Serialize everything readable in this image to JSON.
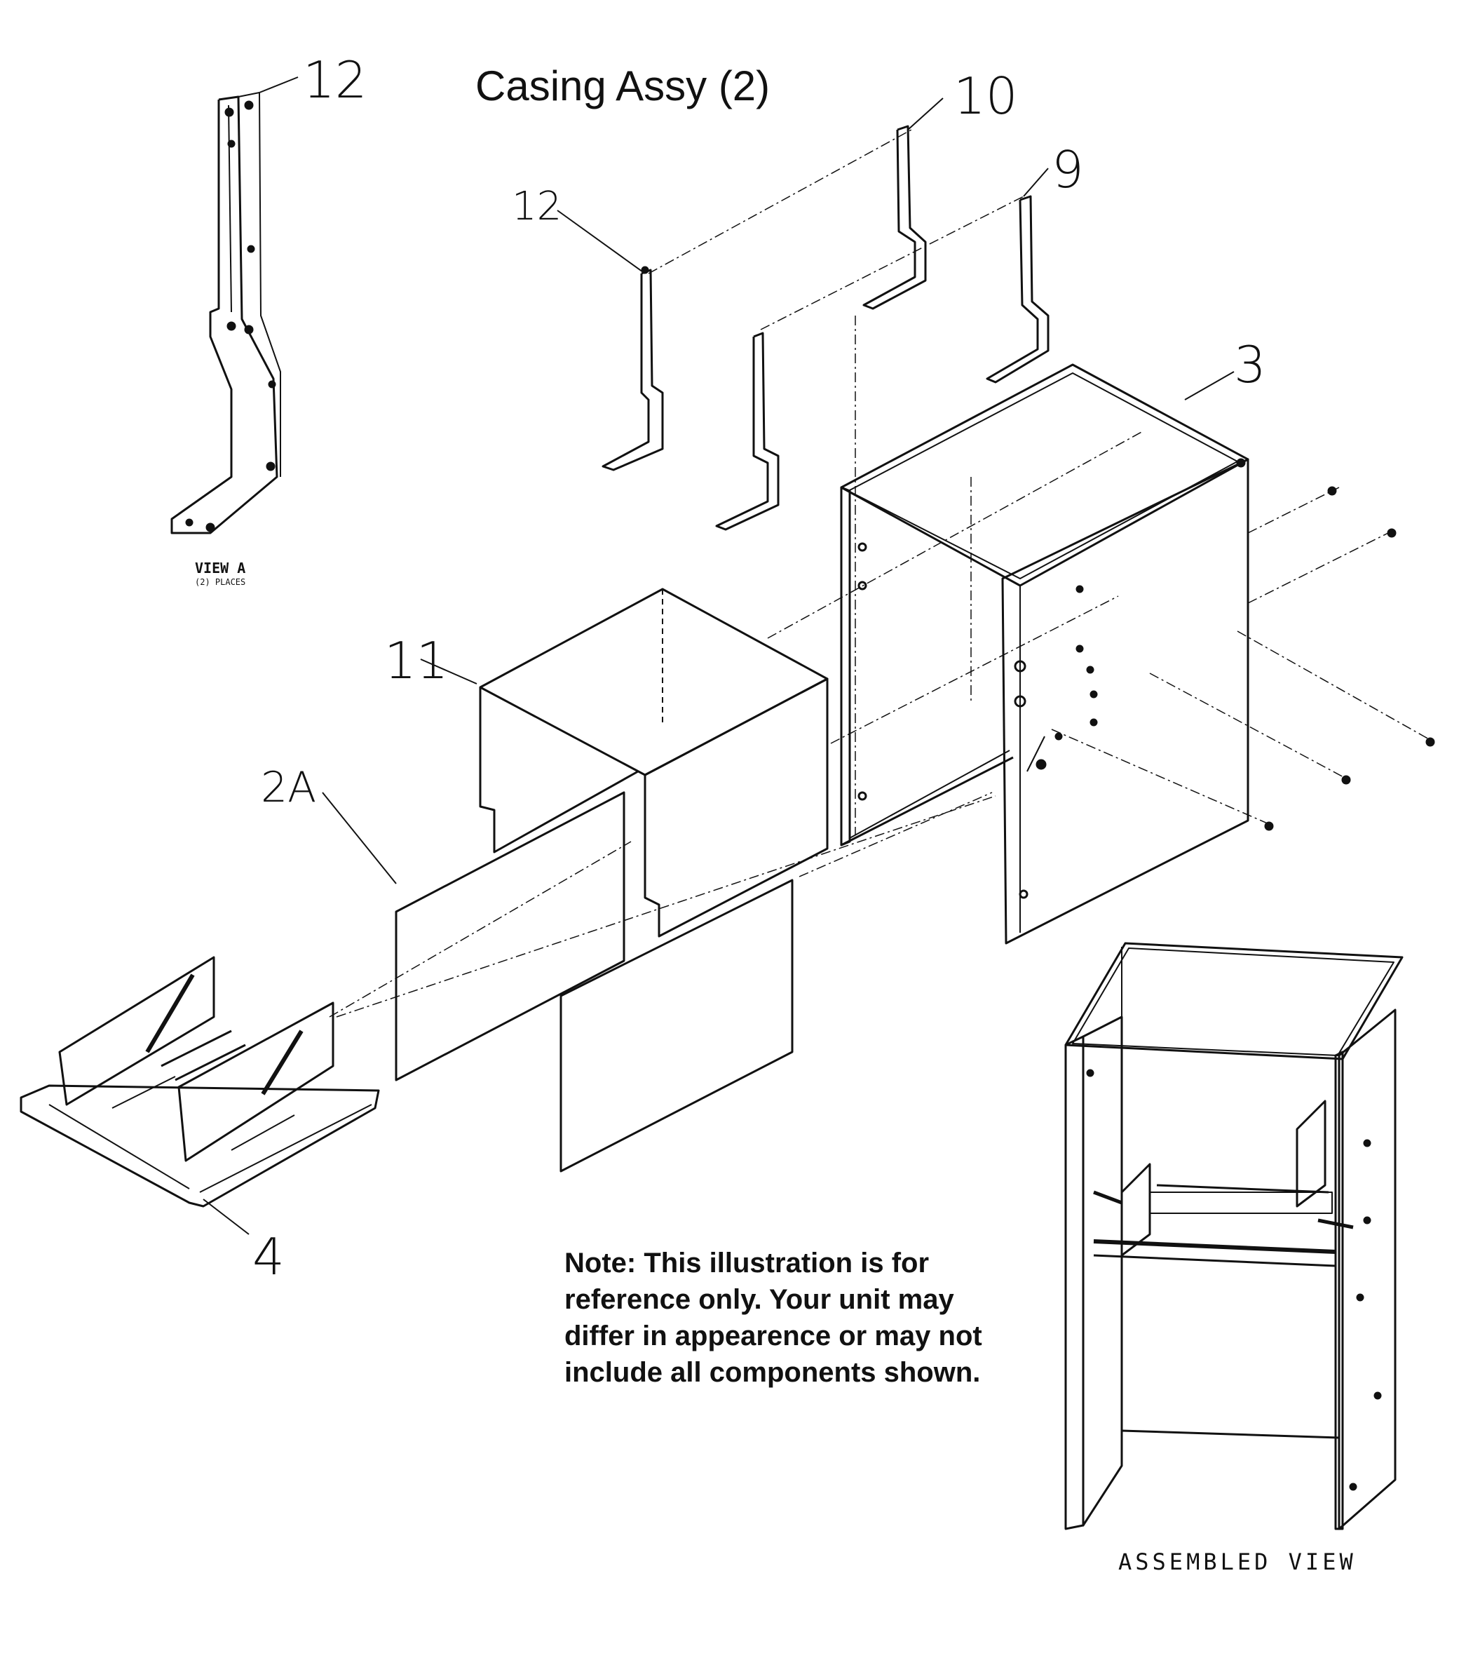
{
  "diagram": {
    "title": "Casing Assy (2)",
    "callouts": {
      "c12_top": "12",
      "c10": "10",
      "c9": "9",
      "c12_mid": "12",
      "c3": "3",
      "c11": "11",
      "c2a": "2A",
      "c4": "4"
    },
    "view_a": {
      "label": "VIEW A",
      "sub": "(2) PLACES"
    },
    "note": "Note: This illustration is for reference only. Your unit may differ in appearence or may not include all components shown.",
    "assembled_label": "ASSEMBLED VIEW"
  }
}
